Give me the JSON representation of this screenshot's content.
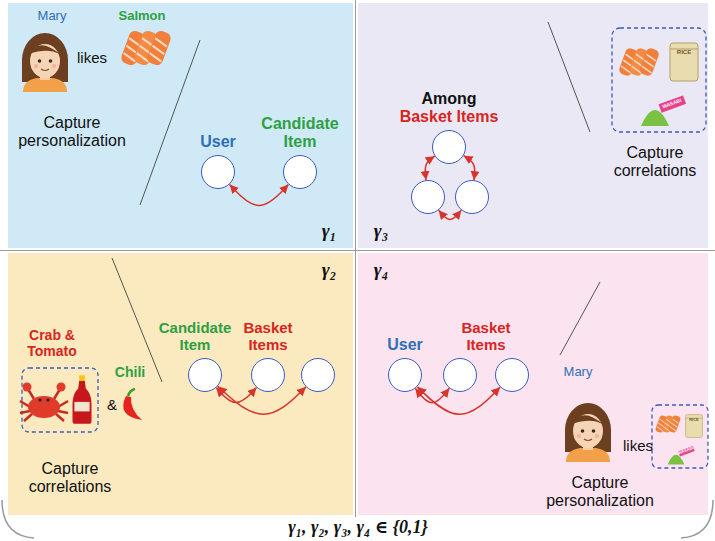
{
  "diagram": {
    "nodes": [
      {
        "text": [
          "γ₁"
        ]
      },
      {
        "text": [
          "User"
        ],
        "in": 0
      },
      {
        "text": [
          "Candidate Item"
        ],
        "in": 0
      },
      {
        "text": [
          "γ₃"
        ]
      },
      {
        "text": [
          "Among",
          "Basket Items"
        ],
        "in": 3
      },
      {
        "text": [],
        "in": 3
      },
      {
        "text": [],
        "in": 3
      },
      {
        "text": [
          "γ₂"
        ]
      },
      {
        "text": [
          "Candidate Item"
        ],
        "in": 7
      },
      {
        "text": [
          "Basket Items"
        ],
        "in": 7
      },
      {
        "text": [],
        "in": 7
      },
      {
        "text": [
          "γ₄"
        ]
      },
      {
        "text": [
          "User"
        ],
        "in": 11
      },
      {
        "text": [
          "Basket Items"
        ],
        "in": 11
      },
      {
        "text": [],
        "in": 11
      }
    ],
    "edges": [
      {
        "from": 1,
        "to": 2,
        "arrow": "both"
      },
      {
        "from": 4,
        "to": 5,
        "arrow": "both"
      },
      {
        "from": 5,
        "to": 6,
        "arrow": "both"
      },
      {
        "from": 6,
        "to": 4,
        "arrow": "both"
      },
      {
        "from": 8,
        "to": 9,
        "arrow": "both"
      },
      {
        "from": 8,
        "to": 10,
        "arrow": "both"
      },
      {
        "from": 12,
        "to": 13,
        "arrow": "both"
      },
      {
        "from": 12,
        "to": 14,
        "arrow": "both"
      }
    ],
    "labels": [
      "Mary",
      "Salmon",
      "likes",
      "Capture personalization",
      "RICE",
      "WASABI",
      "Capture correlations",
      "Crab & Tomato",
      "&",
      "Chili",
      "Capture correlations",
      "Mary",
      "likes",
      "RICE",
      "WASABI",
      "Capture personalization",
      "γ₁, γ₂, γ₃, γ₄ ∈ {0,1}"
    ]
  }
}
